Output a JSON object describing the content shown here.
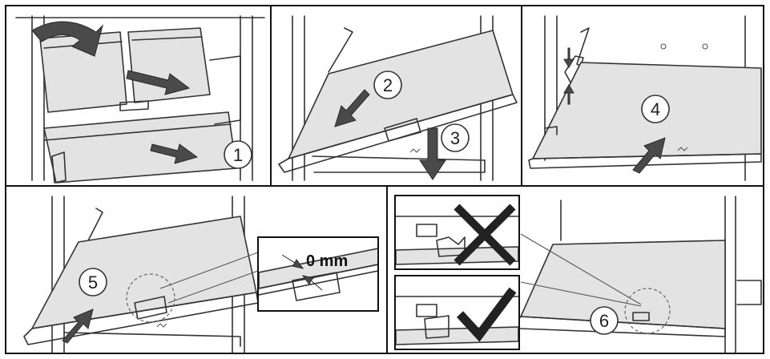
{
  "steps": [
    "1",
    "2",
    "3",
    "4",
    "5",
    "6"
  ],
  "gap_label": "0 mm",
  "result_icons": [
    "cross-mark-icon",
    "check-mark-icon"
  ],
  "colors": {
    "line": "#333333",
    "arrow": "#4a4a4a",
    "panel_fill": "#e3e3e3"
  }
}
